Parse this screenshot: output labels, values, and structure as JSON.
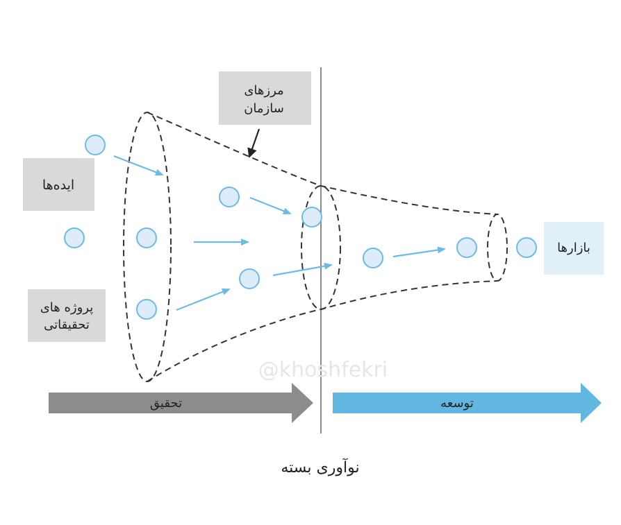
{
  "labels": {
    "org_boundary_line1": "مرزهای",
    "org_boundary_line2": "سازمان",
    "ideas": "ایده‌ها",
    "research_projects_line1": "پروژه های",
    "research_projects_line2": "تحقیقاتی",
    "markets": "بازارها",
    "research": "تحقیق",
    "development": "توسعه",
    "title": "نوآوری بسته",
    "watermark": "@khoshfekri"
  },
  "colors": {
    "node_fill": "#dcecf8",
    "node_stroke": "#6bbbe6",
    "flow_arrow": "#6bbbe6",
    "research_arrow": "#8c8c8c",
    "development_arrow": "#62b7e1",
    "label_box": "#d9d9d9",
    "market_box": "#e1eff9",
    "dashed_outline": "#333333",
    "divider": "#8a8a8a"
  }
}
